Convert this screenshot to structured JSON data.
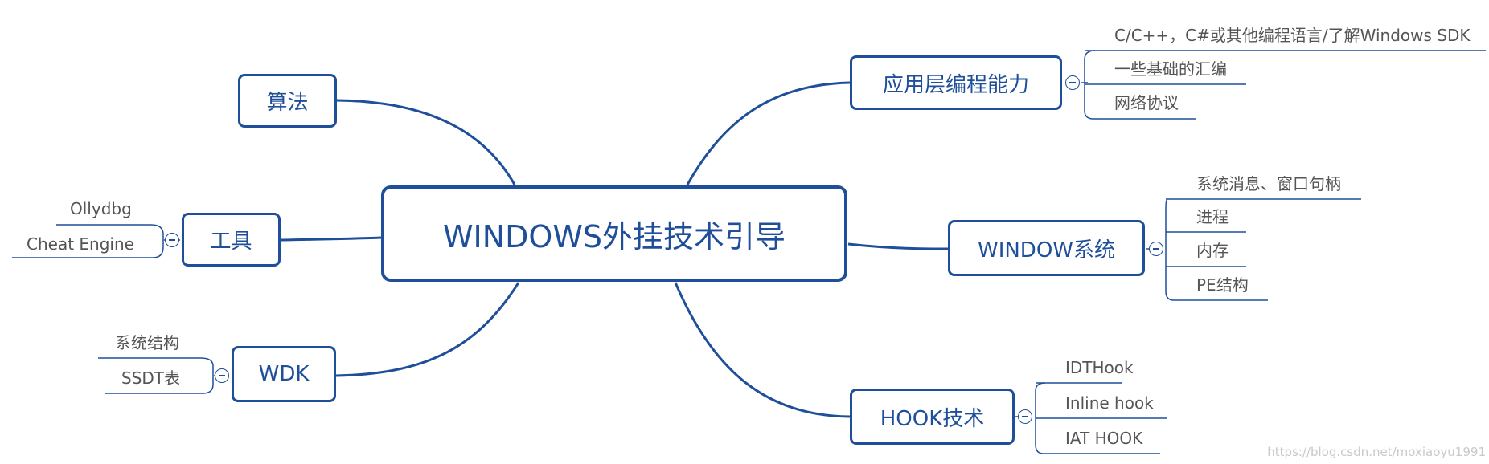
{
  "central": {
    "label": "WINDOWS外挂技术引导"
  },
  "branches": {
    "app_programming": {
      "label": "应用层编程能力",
      "items": [
        "C/C++，C#或其他编程语言/了解Windows SDK",
        "一些基础的汇编",
        "网络协议"
      ]
    },
    "algorithm": {
      "label": "算法"
    },
    "tools": {
      "label": "工具",
      "items": [
        "Ollydbg",
        "Cheat Engine"
      ]
    },
    "window_system": {
      "label": "WINDOW系统",
      "items": [
        "系统消息、窗口句柄",
        "进程",
        "内存",
        "PE结构"
      ]
    },
    "wdk": {
      "label": "WDK",
      "items": [
        "系统结构",
        "SSDT表"
      ]
    },
    "hook": {
      "label": "HOOK技术",
      "items": [
        "IDTHook",
        "Inline hook",
        "IAT HOOK"
      ]
    }
  },
  "watermark": "https://blog.csdn.net/moxiaoyu1991",
  "colors": {
    "primary": "#1f4f9a",
    "leaf_text": "#555555",
    "watermark": "#c9c9c9"
  }
}
